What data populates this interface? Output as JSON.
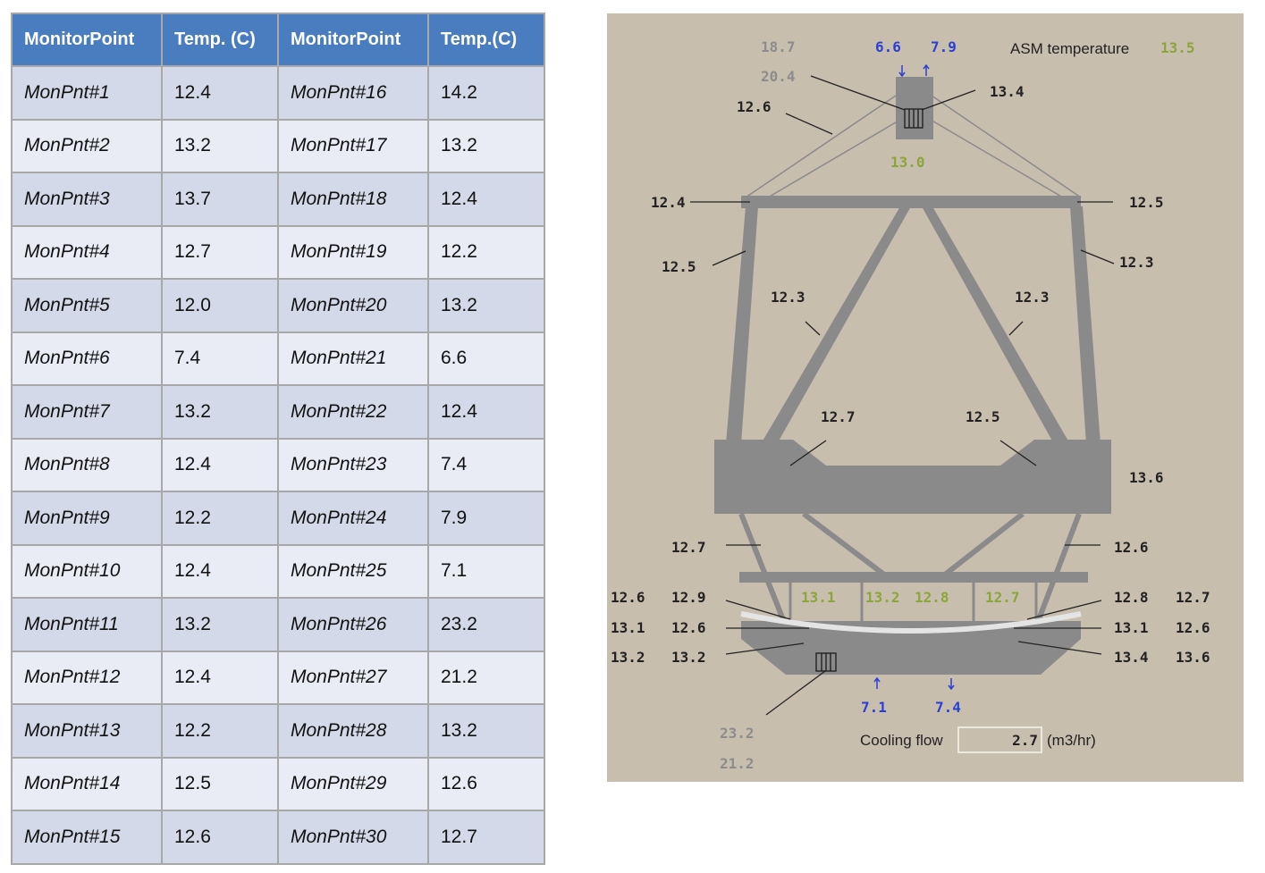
{
  "table": {
    "headers": [
      "MonitorPoint",
      "Temp. (C)",
      "MonitorPoint",
      "Temp.(C)"
    ],
    "rows": [
      [
        "MonPnt#1",
        "12.4",
        "MonPnt#16",
        "14.2"
      ],
      [
        "MonPnt#2",
        "13.2",
        "MonPnt#17",
        "13.2"
      ],
      [
        "MonPnt#3",
        "13.7",
        "MonPnt#18",
        "12.4"
      ],
      [
        "MonPnt#4",
        "12.7",
        "MonPnt#19",
        "12.2"
      ],
      [
        "MonPnt#5",
        "12.0",
        "MonPnt#20",
        "13.2"
      ],
      [
        "MonPnt#6",
        "7.4",
        "MonPnt#21",
        "6.6"
      ],
      [
        "MonPnt#7",
        "13.2",
        "MonPnt#22",
        "12.4"
      ],
      [
        "MonPnt#8",
        "12.4",
        "MonPnt#23",
        "7.4"
      ],
      [
        "MonPnt#9",
        "12.2",
        "MonPnt#24",
        "7.9"
      ],
      [
        "MonPnt#10",
        "12.4",
        "MonPnt#25",
        "7.1"
      ],
      [
        "MonPnt#11",
        "13.2",
        "MonPnt#26",
        "23.2"
      ],
      [
        "MonPnt#12",
        "12.4",
        "MonPnt#27",
        "21.2"
      ],
      [
        "MonPnt#13",
        "12.2",
        "MonPnt#28",
        "13.2"
      ],
      [
        "MonPnt#14",
        "12.5",
        "MonPnt#29",
        "12.6"
      ],
      [
        "MonPnt#15",
        "12.6",
        "MonPnt#30",
        "12.7"
      ]
    ]
  },
  "diagram": {
    "asm_label": "ASM temperature",
    "asm_value": "13.5",
    "cooling_label": "Cooling flow",
    "cooling_value": "2.7",
    "cooling_unit": "(m3/hr)",
    "readings": {
      "in_top_gray": "18.7",
      "out_top_gray": "20.4",
      "in_top_blue": "6.6",
      "out_top_blue": "7.9",
      "box_right": "13.4",
      "apex_left": "12.6",
      "box_green": "13.0",
      "ring_left": "12.4",
      "ring_right": "12.5",
      "truss_left_outer": "12.5",
      "truss_right_outer": "12.3",
      "truss_left_inner": "12.3",
      "truss_right_inner": "12.3",
      "cell_left": "12.7",
      "cell_right": "12.5",
      "cell_side": "13.6",
      "lower_left": "12.7",
      "lower_right": "12.6",
      "green_1": "13.1",
      "green_2": "13.2",
      "green_3": "12.8",
      "green_4": "12.7",
      "left_r1a": "12.6",
      "left_r1b": "12.9",
      "left_r2a": "13.1",
      "left_r2b": "12.6",
      "left_r3a": "13.2",
      "left_r3b": "13.2",
      "right_r1a": "12.8",
      "right_r1b": "12.7",
      "right_r2a": "13.1",
      "right_r2b": "12.6",
      "right_r3a": "13.4",
      "right_r3b": "13.6",
      "in_bottom_blue": "7.1",
      "out_bottom_blue": "7.4",
      "in_bottom_gray": "23.2",
      "out_bottom_gray": "21.2"
    },
    "colors": {
      "panel": "#c8beae",
      "structure": "#8a8a8a",
      "dark_text": "#222222",
      "gray_text": "#8c8c8c",
      "blue_text": "#2a3fd6",
      "green_text": "#8aa63a"
    }
  }
}
